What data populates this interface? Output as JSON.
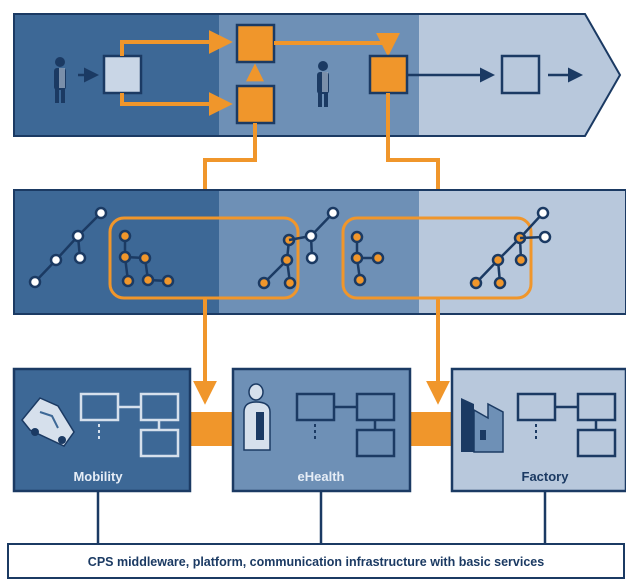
{
  "colors": {
    "band_dark": "#3d6896",
    "band_mid": "#6e90b6",
    "band_light": "#b8c8dc",
    "outline_navy": "#1b3a63",
    "accent_orange": "#f0962b",
    "box_light": "#c9d6e6",
    "base_fill": "#ffffff"
  },
  "domains": [
    {
      "id": "mobility",
      "label": "Mobility",
      "icon": "car-icon"
    },
    {
      "id": "ehealth",
      "label": "eHealth",
      "icon": "person-icon"
    },
    {
      "id": "factory",
      "label": "Factory",
      "icon": "factory-icon"
    }
  ],
  "base_layer": {
    "label": "CPS middleware, platform, communication infrastructure with basic services"
  },
  "process_band": {
    "icon": "person-icon"
  },
  "network_band": {
    "icon": "tree-network-icon"
  }
}
